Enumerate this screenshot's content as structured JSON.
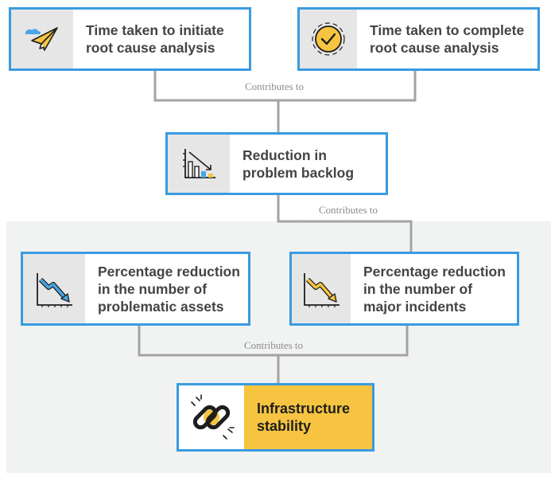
{
  "connector_label": "Contributes to",
  "cards": {
    "initiate": {
      "line1": "Time taken to initiate",
      "line2": "root cause analysis",
      "icon": "paper-plane-icon"
    },
    "complete": {
      "line1": "Time taken to complete",
      "line2": "root cause analysis",
      "icon": "checkmark-badge-icon"
    },
    "backlog": {
      "line1": "Reduction in",
      "line2": "problem backlog",
      "icon": "declining-bar-chart-icon"
    },
    "assets": {
      "line1": "Percentage reduction",
      "line2": "in the number of",
      "line3": "problematic assets",
      "icon": "declining-line-chart-icon"
    },
    "incidents": {
      "line1": "Percentage reduction",
      "line2": "in the number of",
      "line3": "major incidents",
      "icon": "declining-line-chart-icon"
    },
    "stability": {
      "line1": "Infrastructure",
      "line2": "stability",
      "icon": "chain-link-icon"
    }
  },
  "colors": {
    "border": "#3a9be0",
    "accent": "#f6c440",
    "panel": "#f1f2f2",
    "icon_cell": "#e6e6e6"
  }
}
